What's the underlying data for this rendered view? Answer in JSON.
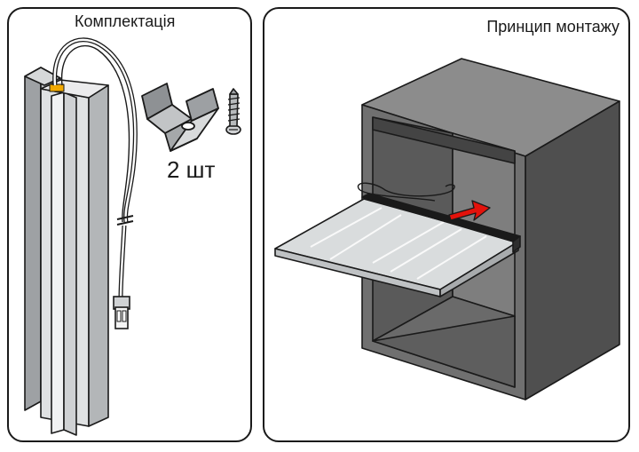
{
  "left_panel": {
    "title": "Комплектація",
    "clip_quantity": "2 шт"
  },
  "right_panel": {
    "title": "Принцип монтажу"
  },
  "colors": {
    "outline": "#1a1a1a",
    "profile": "#b9bbbd",
    "profile_light": "#e8e9ea",
    "cabinet": "#6b6b6b",
    "cabinet_dark": "#3c3c3c",
    "glass": "#d9dcdd",
    "arrow": "#e3120b",
    "led": "#f2a900"
  },
  "icons": [
    "led-profile-icon",
    "mounting-clip-icon",
    "screw-icon",
    "cable-connector-icon",
    "cabinet-icon",
    "glass-shelf-icon",
    "insert-arrow-icon"
  ]
}
